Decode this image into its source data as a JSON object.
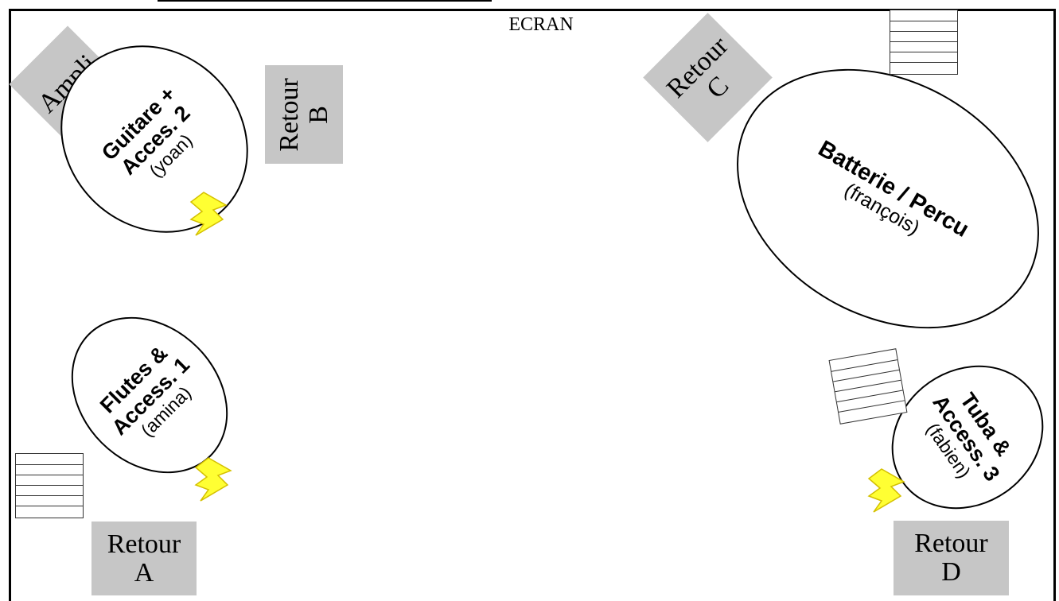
{
  "screen_label": "ECRAN",
  "ampli": {
    "label": "Ampli"
  },
  "retours": {
    "a": {
      "line1": "Retour",
      "line2": "A"
    },
    "b": {
      "line1": "Retour",
      "line2": "B"
    },
    "c": {
      "line1": "Retour",
      "line2": "C"
    },
    "d": {
      "line1": "Retour",
      "line2": "D"
    }
  },
  "musicians": {
    "guitar": {
      "line1": "Guitare +",
      "line2": "Acces. 2",
      "name": "(yoan)"
    },
    "flutes": {
      "line1": "Flutes &",
      "line2": "Access. 1",
      "name": "(amina)"
    },
    "drums": {
      "line1": "Batterie / Percu",
      "name": "(françois)"
    },
    "tuba": {
      "line1": "Tuba &",
      "line2": "Access. 3",
      "name": "(fabien)"
    }
  },
  "colors": {
    "box_gray": "#c6c6c6",
    "bolt_fill": "#ffff33",
    "bolt_stroke": "#d4c000"
  },
  "icons": {
    "power": "lightning-bolt-icon",
    "riser": "striped-riser-icon"
  }
}
